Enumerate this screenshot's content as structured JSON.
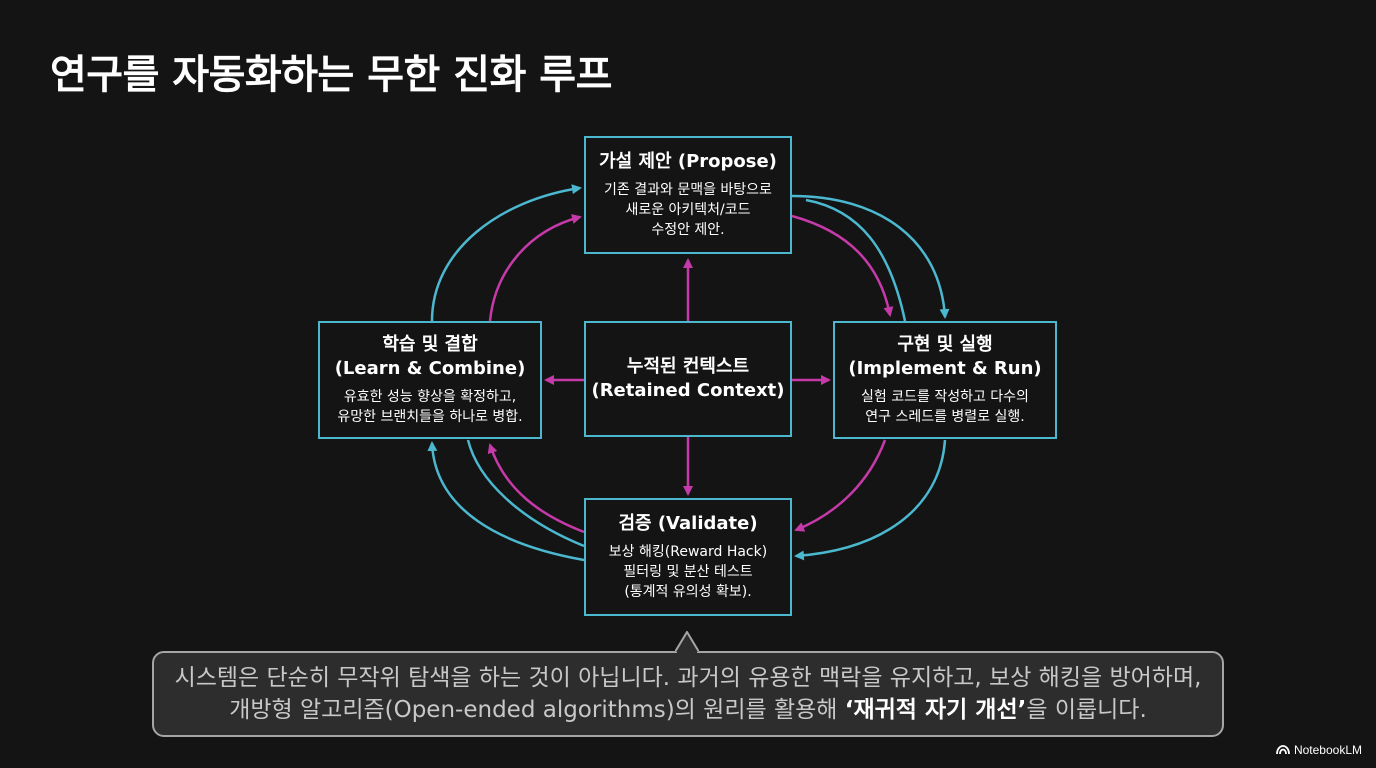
{
  "title": "연구를 자동화하는 무한 진화 루프",
  "colors": {
    "background": "#141414",
    "node_border": "#4bb8cf",
    "outer_arrow": "#4bb8cf",
    "inner_arrow": "#c53aa8"
  },
  "nodes": {
    "propose": {
      "title": "가설 제안 (Propose)",
      "desc": [
        "기존 결과와 문맥을 바탕으로",
        "새로운 아키텍처/코드",
        "수정안 제안."
      ]
    },
    "implement": {
      "title": [
        "구현 및 실행",
        "(Implement & Run)"
      ],
      "desc": [
        "실험 코드를 작성하고 다수의",
        "연구 스레드를 병렬로 실행."
      ]
    },
    "validate": {
      "title": "검증 (Validate)",
      "desc": [
        "보상 해킹(Reward Hack)",
        "필터링 및 분산 테스트",
        "(통계적 유의성 확보)."
      ]
    },
    "learn": {
      "title": [
        "학습 및 결합",
        "(Learn & Combine)"
      ],
      "desc": [
        "유효한 성능 향상을 확정하고,",
        "유망한 브랜치들을 하나로 병합."
      ]
    },
    "context": {
      "title": [
        "누적된 컨텍스트",
        "(Retained Context)"
      ]
    }
  },
  "callout": {
    "line1": "시스템은 단순히 무작위 탐색을 하는 것이 아닙니다. 과거의 유용한 맥락을 유지하고, 보상 해킹을 방어하며,",
    "line2_prefix": "개방형 알고리즘(Open-ended algorithms)의 원리를 활용해 ",
    "line2_bold": "‘재귀적 자기 개선’",
    "line2_suffix": "을 이룹니다."
  },
  "brand": {
    "icon": "notebooklm-logo-icon",
    "label": "NotebookLM"
  }
}
